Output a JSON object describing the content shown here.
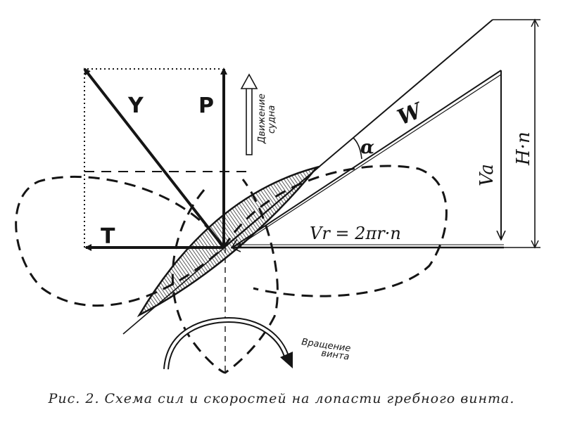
{
  "labels": {
    "Y": "Y",
    "P": "P",
    "T": "T",
    "W": "W",
    "alpha": "α",
    "Va": "Va",
    "Hn": "H·n",
    "Vr": "Vr = 2πr·n",
    "ship_motion_line1": "Движение",
    "ship_motion_line2": "судна",
    "rotation_line1": "Вращение",
    "rotation_line2": "винта"
  },
  "caption": "Рис.  2.  Схема сил и  скоростей на  лопасти гребного  винта."
}
